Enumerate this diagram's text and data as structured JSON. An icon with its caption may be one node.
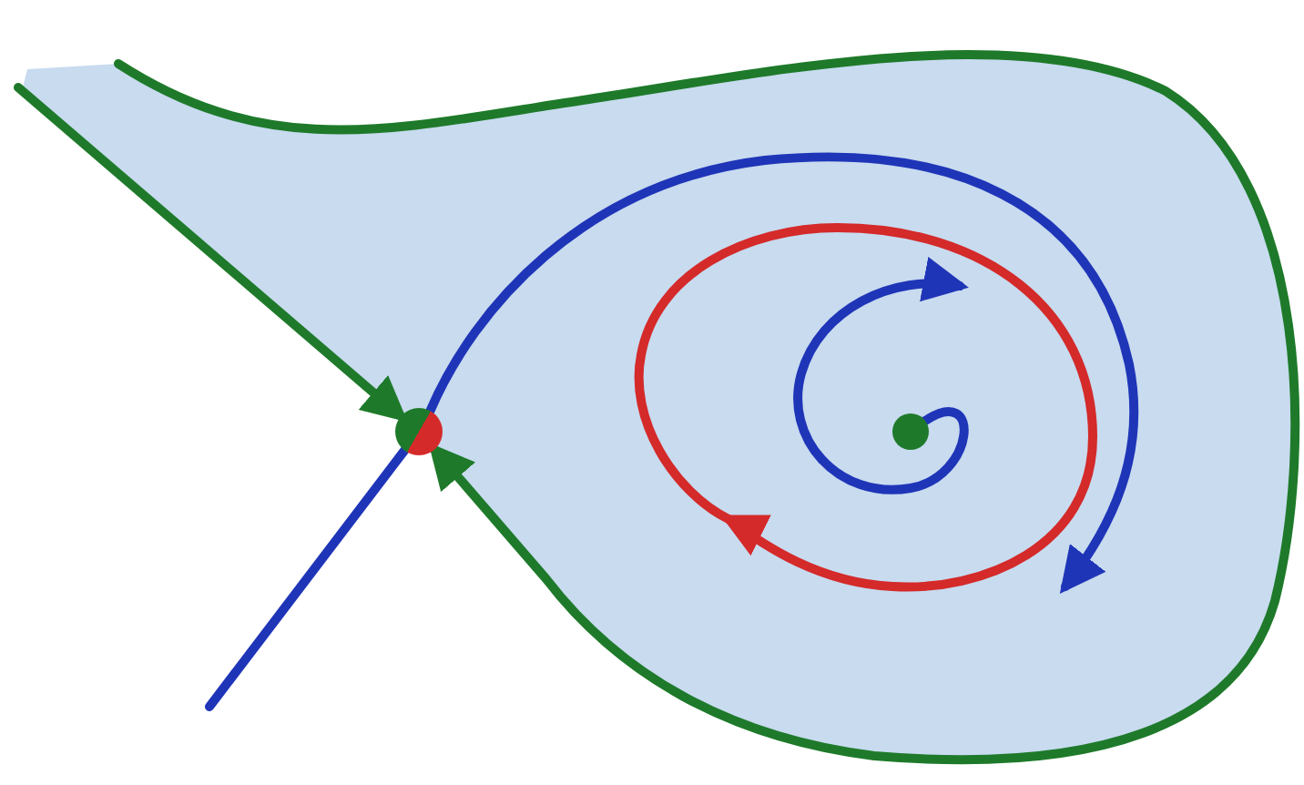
{
  "diagram": {
    "nodes": [
      {
        "text": [],
        "shape": "circle"
      },
      {
        "text": [],
        "shape": "circle"
      }
    ],
    "edges": [
      {
        "from": null,
        "to": 0,
        "arrow": "to",
        "color": "#1e7a2a"
      },
      {
        "from": null,
        "to": 0,
        "arrow": "to",
        "color": "#1e7a2a"
      },
      {
        "from": 0,
        "to": null,
        "arrow": "to"
      },
      {
        "from": 0,
        "to": null,
        "arrow": "none"
      },
      {
        "from": 1,
        "to": null,
        "arrow": "to"
      }
    ]
  }
}
